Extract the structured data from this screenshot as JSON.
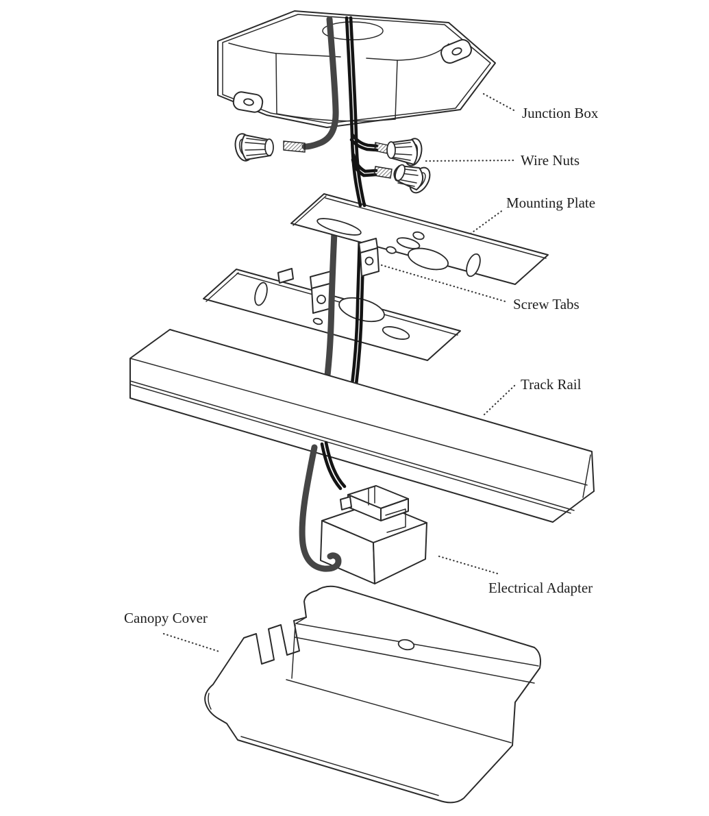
{
  "diagram": {
    "type": "exploded-assembly-diagram",
    "subject": "Track lighting ceiling-mount installation, exploded view",
    "background_color": "#ffffff",
    "line_color": "#2a2a2a",
    "wire_cable_color": "#454545",
    "wire_conductor_color": "#141414",
    "label_color": "#1e1e1e",
    "parts": [
      {
        "id": "junction-box",
        "label": "Junction Box"
      },
      {
        "id": "wire-nuts",
        "label": "Wire Nuts"
      },
      {
        "id": "mounting-plate",
        "label": "Mounting Plate"
      },
      {
        "id": "screw-tabs",
        "label": "Screw Tabs"
      },
      {
        "id": "track-rail",
        "label": "Track Rail"
      },
      {
        "id": "electrical-adapter",
        "label": "Electrical Adapter"
      },
      {
        "id": "canopy-cover",
        "label": "Canopy Cover"
      }
    ]
  }
}
